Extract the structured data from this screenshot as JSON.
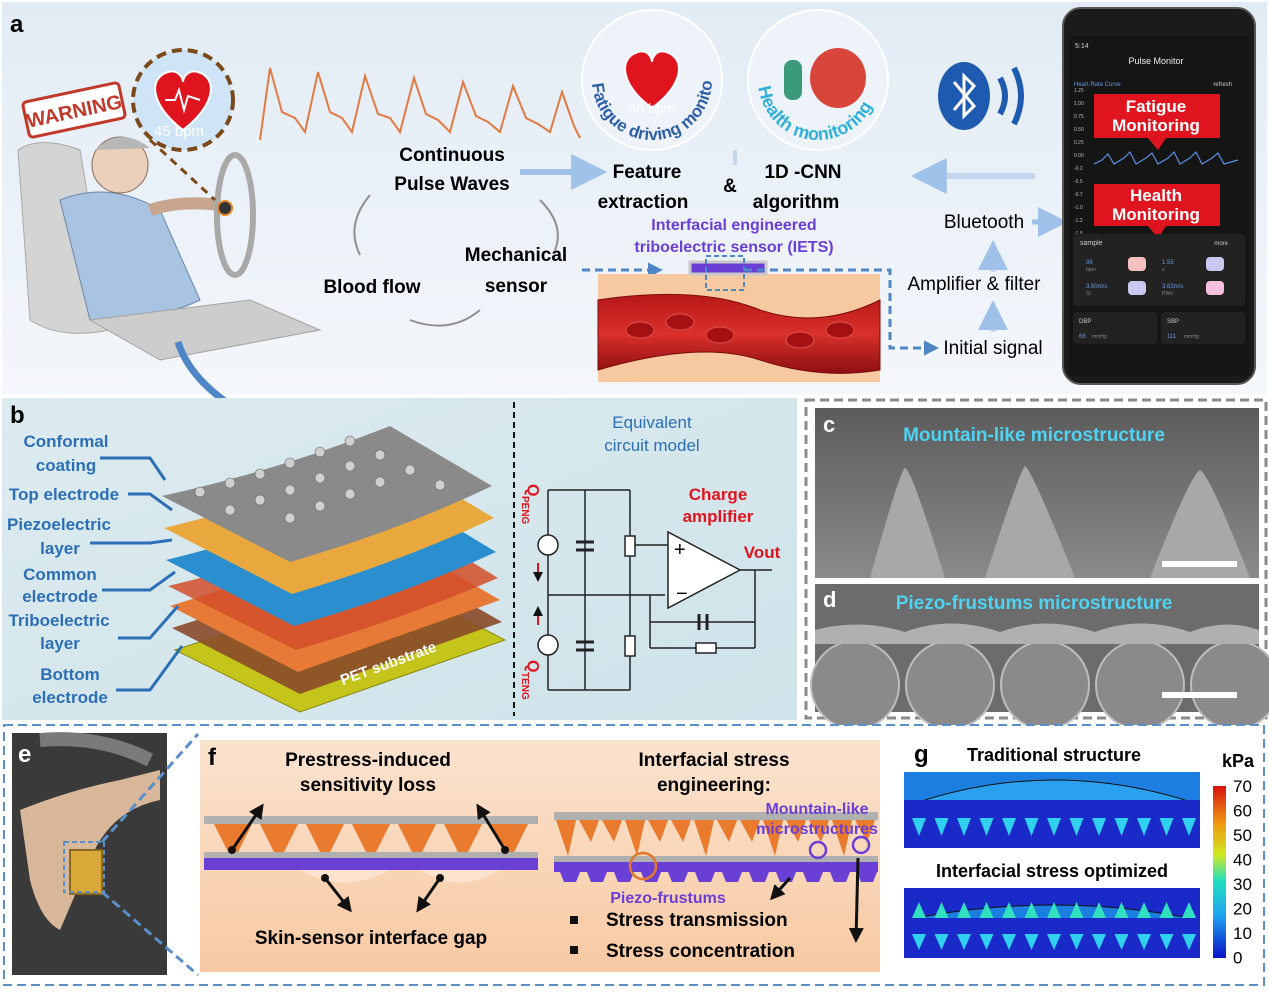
{
  "panel_a": {
    "letter": "a",
    "warning": "WARNING",
    "bpm": "45 bpm",
    "continuous_pulse_waves": [
      "Continuous",
      "Pulse Waves"
    ],
    "blood_flow": "Blood flow",
    "mechanical_sensor": [
      "Mechanical",
      "sensor"
    ],
    "feature_extraction": [
      "Feature",
      "extraction"
    ],
    "ampersand": "&",
    "cnn": [
      "1D -CNN",
      "algorithm"
    ],
    "iets": [
      "Interfacial engineered",
      "triboelectric sensor (IETS)"
    ],
    "fatigue_ring": "Fatigue driving monitoring",
    "health_ring": "Health monitoring",
    "bluetooth": "Bluetooth",
    "amplifier_filter": "Amplifier & filter",
    "initial_signal": "Initial signal",
    "phone": {
      "time": "5:14",
      "title": "Pulse Monitor",
      "curve_label": "Heart Rate Curve",
      "refresh": "refresh",
      "y_ticks": [
        "1.25",
        "1.00",
        "0.75",
        "0.50",
        "0.25",
        "0.00",
        "-0.2",
        "-0.5",
        "-0.7",
        "-1.0",
        "-1.2",
        "-1.5"
      ],
      "fatigue_callout": [
        "Fatigue",
        "Monitoring"
      ],
      "health_callout": [
        "Health",
        "Monitoring"
      ],
      "sample": "sample",
      "more": "more",
      "metrics": [
        {
          "value": "98",
          "unit": "bpm"
        },
        {
          "value": "1.55",
          "unit": "s"
        },
        {
          "value": "3.60m/s",
          "unit": "SI"
        },
        {
          "value": "3.63m/s",
          "unit": "PWV"
        }
      ],
      "dbp_label": "DBP",
      "dbp_value": "68",
      "dbp_unit": "mmHg",
      "sbp_label": "SBP",
      "sbp_value": "111",
      "sbp_unit": "mmHg"
    }
  },
  "panel_b": {
    "letter": "b",
    "layers": [
      [
        "Conformal",
        "coating"
      ],
      [
        "Top electrode"
      ],
      [
        "Piezoelectric",
        "layer"
      ],
      [
        "Common",
        "electrode"
      ],
      [
        "Triboelectric",
        "layer"
      ],
      [
        "Bottom",
        "electrode"
      ]
    ],
    "pet": "PET substrate",
    "circuit_title": [
      "Equivalent",
      "circuit model"
    ],
    "charge_amp": [
      "Charge",
      "amplifier"
    ],
    "vout": "Vout",
    "q_peng": "Q",
    "q_peng_sub": "PENG",
    "q_teng": "Q",
    "q_teng_sub": "TENG"
  },
  "panel_c": {
    "letter": "c",
    "title": "Mountain-like microstructure"
  },
  "panel_d": {
    "letter": "d",
    "title": "Piezo-frustums microstructure"
  },
  "panel_e": {
    "letter": "e"
  },
  "panel_f": {
    "letter": "f",
    "left_title": [
      "Prestress-induced",
      "sensitivity loss"
    ],
    "gap": "Skin-sensor interface gap",
    "right_title": [
      "Interfacial stress",
      "engineering:"
    ],
    "mountain": [
      "Mountain-like",
      "microstructures"
    ],
    "frustums": "Piezo-frustums",
    "bullets": [
      "Stress transmission",
      "Stress concentration"
    ]
  },
  "panel_g": {
    "letter": "g",
    "traditional": "Traditional structure",
    "optimized": "Interfacial stress optimized",
    "unit": "kPa",
    "ticks": [
      "70",
      "60",
      "50",
      "40",
      "30",
      "20",
      "10",
      "0"
    ]
  },
  "colors": {
    "accent_blue": "#2f6db5",
    "label_blue": "#2d6fb6",
    "cyan_label": "#4fd3f2",
    "purple": "#6a3fd6",
    "red": "#e0141e",
    "orange": "#e07a2a"
  }
}
